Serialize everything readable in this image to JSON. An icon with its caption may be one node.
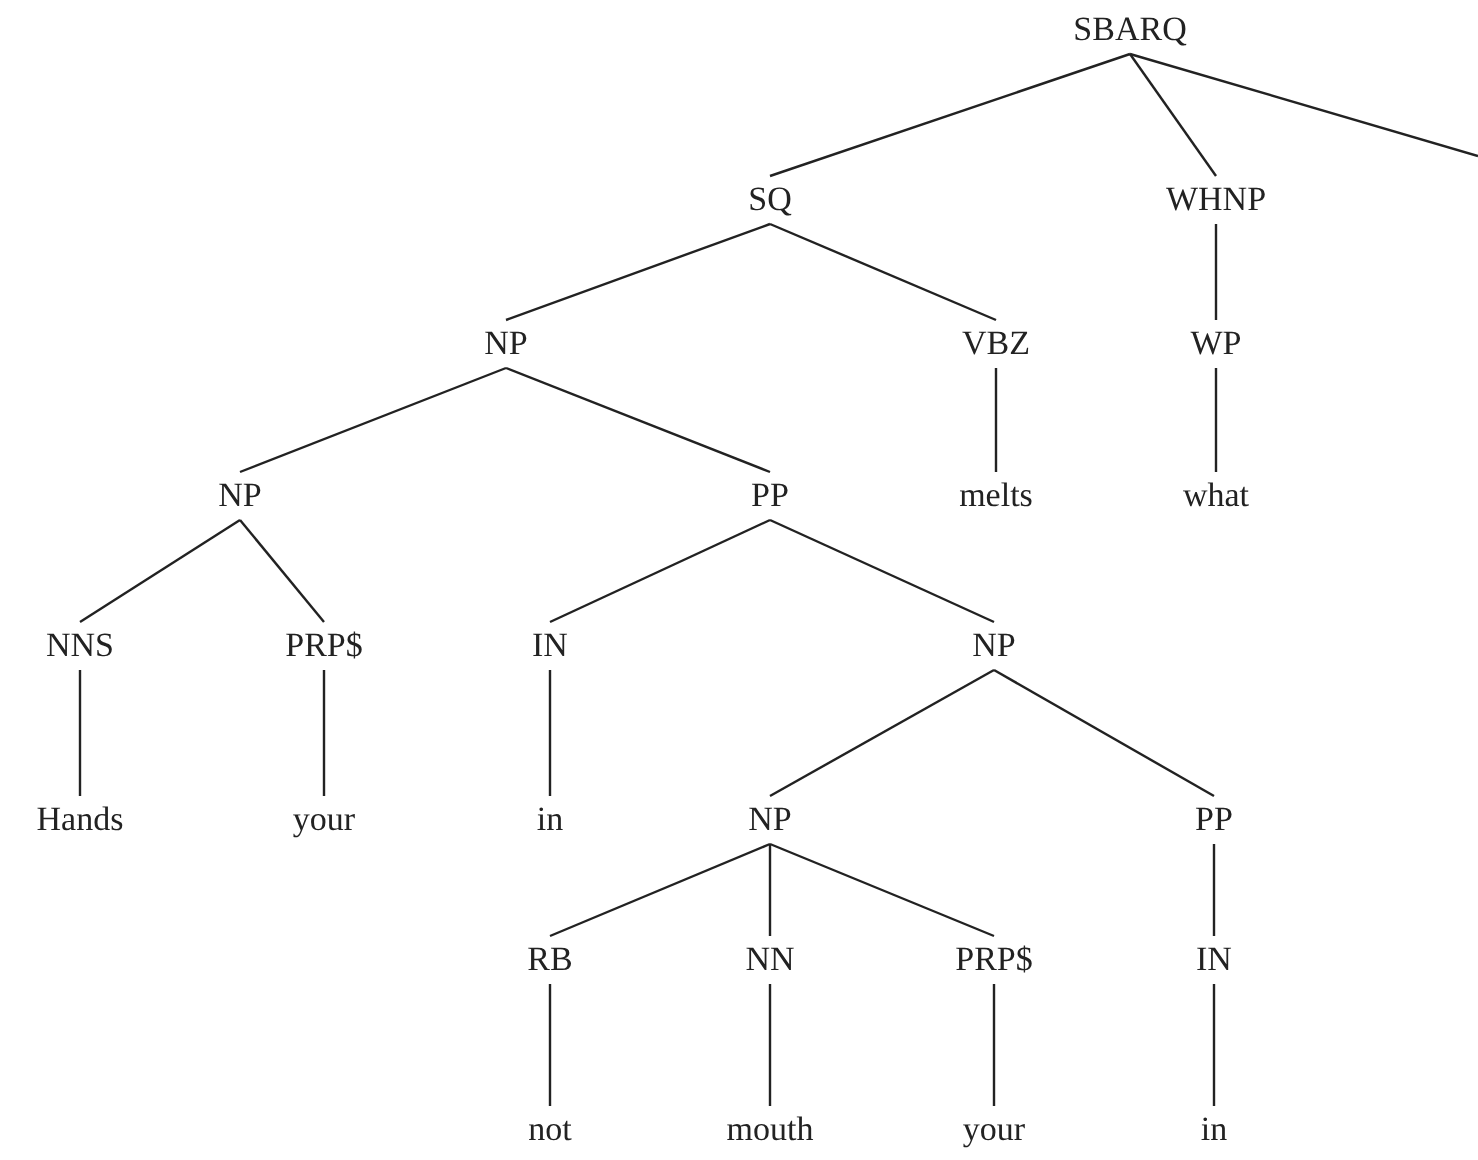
{
  "diagram": {
    "nodes": [
      {
        "text": [
          "SBARQ"
        ]
      },
      {
        "text": [
          "SQ"
        ]
      },
      {
        "text": [
          "WHNP"
        ]
      },
      {
        "text": [
          "NP"
        ]
      },
      {
        "text": [
          "VBZ"
        ]
      },
      {
        "text": [
          "WP"
        ]
      },
      {
        "text": [
          "NP"
        ]
      },
      {
        "text": [
          "PP"
        ]
      },
      {
        "text": [
          "melts"
        ]
      },
      {
        "text": [
          "what"
        ]
      },
      {
        "text": [
          "NNS"
        ]
      },
      {
        "text": [
          "PRP$"
        ]
      },
      {
        "text": [
          "IN"
        ]
      },
      {
        "text": [
          "NP"
        ]
      },
      {
        "text": [
          "Hands"
        ]
      },
      {
        "text": [
          "your"
        ]
      },
      {
        "text": [
          "in"
        ]
      },
      {
        "text": [
          "NP"
        ]
      },
      {
        "text": [
          "PP"
        ]
      },
      {
        "text": [
          "RB"
        ]
      },
      {
        "text": [
          "NN"
        ]
      },
      {
        "text": [
          "PRP$"
        ]
      },
      {
        "text": [
          "IN"
        ]
      },
      {
        "text": [
          "not"
        ]
      },
      {
        "text": [
          "mouth"
        ]
      },
      {
        "text": [
          "your"
        ]
      },
      {
        "text": [
          "in"
        ]
      }
    ],
    "edges": [
      {
        "from": 0,
        "to": 1,
        "arrow": "none"
      },
      {
        "from": 0,
        "to": 2,
        "arrow": "none"
      },
      {
        "from": 0,
        "to": null,
        "arrow": "none"
      },
      {
        "from": 1,
        "to": 3,
        "arrow": "none"
      },
      {
        "from": 1,
        "to": 4,
        "arrow": "none"
      },
      {
        "from": 2,
        "to": 5,
        "arrow": "none"
      },
      {
        "from": 3,
        "to": 6,
        "arrow": "none"
      },
      {
        "from": 3,
        "to": 7,
        "arrow": "none"
      },
      {
        "from": 4,
        "to": 8,
        "arrow": "none"
      },
      {
        "from": 5,
        "to": 9,
        "arrow": "none"
      },
      {
        "from": 6,
        "to": 10,
        "arrow": "none"
      },
      {
        "from": 6,
        "to": 11,
        "arrow": "none"
      },
      {
        "from": 7,
        "to": 12,
        "arrow": "none"
      },
      {
        "from": 7,
        "to": 13,
        "arrow": "none"
      },
      {
        "from": 10,
        "to": 14,
        "arrow": "none"
      },
      {
        "from": 11,
        "to": 15,
        "arrow": "none"
      },
      {
        "from": 12,
        "to": 16,
        "arrow": "none"
      },
      {
        "from": 13,
        "to": 17,
        "arrow": "none"
      },
      {
        "from": 13,
        "to": 18,
        "arrow": "none"
      },
      {
        "from": 17,
        "to": 19,
        "arrow": "none"
      },
      {
        "from": 17,
        "to": 20,
        "arrow": "none"
      },
      {
        "from": 17,
        "to": 21,
        "arrow": "none"
      },
      {
        "from": 18,
        "to": 22,
        "arrow": "none"
      },
      {
        "from": 19,
        "to": 23,
        "arrow": "none"
      },
      {
        "from": 20,
        "to": 24,
        "arrow": "none"
      },
      {
        "from": 21,
        "to": 25,
        "arrow": "none"
      },
      {
        "from": 22,
        "to": 26,
        "arrow": "none"
      }
    ]
  }
}
